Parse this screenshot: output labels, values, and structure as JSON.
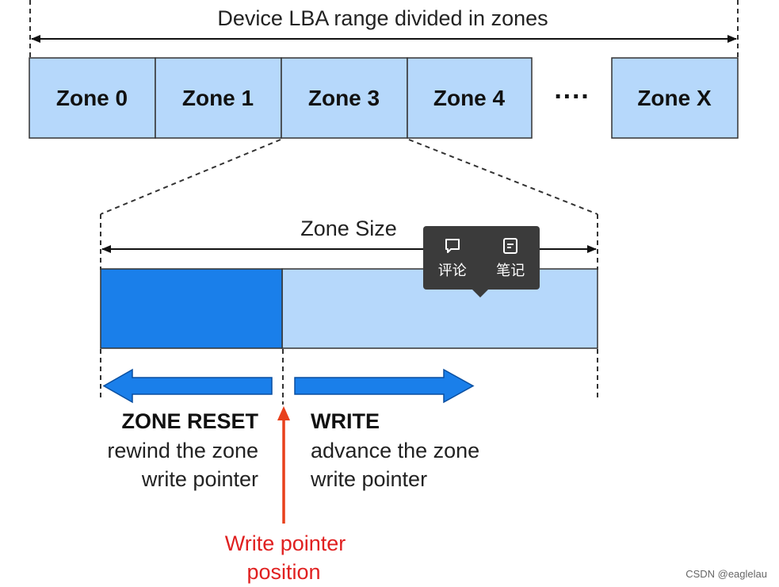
{
  "diagram": {
    "top_title": "Device LBA range divided in zones",
    "zones": [
      "Zone 0",
      "Zone 1",
      "Zone 3",
      "Zone 4",
      "Zone X"
    ],
    "ellipsis": "····",
    "zone_size_label": "Zone Size",
    "reset": {
      "title": "ZONE RESET",
      "line1": "rewind the zone",
      "line2": "write pointer"
    },
    "write": {
      "title": "WRITE",
      "line1": "advance the zone",
      "line2": "write pointer"
    },
    "pointer": {
      "line1": "Write pointer",
      "line2": "position"
    },
    "colors": {
      "zone_fill": "#b6d8fb",
      "written_fill": "#1a7fea",
      "arrow_fill": "#1a7fea",
      "pointer_color": "#e8401c"
    }
  },
  "tooltip": {
    "comment_label": "评论",
    "note_label": "笔记",
    "comment_icon": "comment-icon",
    "note_icon": "note-icon"
  },
  "watermark": "CSDN @eaglelau"
}
